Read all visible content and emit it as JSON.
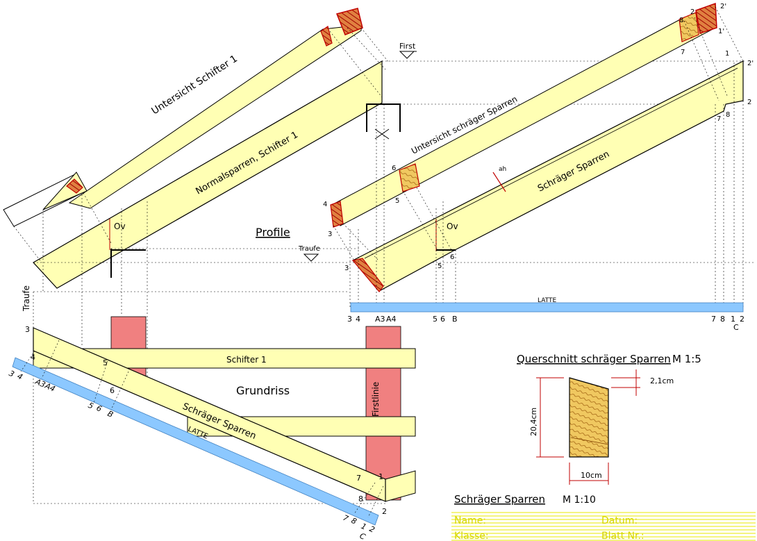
{
  "labels": {
    "untersicht_schifter": "Untersicht Schifter 1",
    "normalsparren": "Normalsparren, Schifter 1",
    "untersicht_schraeg": "Untersicht schräger Sparren",
    "schraeger_sparren": "Schräger Sparren",
    "first": "First",
    "traufe": "Traufe",
    "traufe_vertical": "Traufe",
    "profile": "Profile",
    "grundriss": "Grundriss",
    "schifter_1": "Schifter 1",
    "schraeger_sparren_plan": "Schräger Sparren",
    "latte": "LATTE",
    "latte_plan": "LATTE",
    "firstlinie": "Firstlinie",
    "ov": "Ov",
    "ah": "ah"
  },
  "points_upper_bottom": [
    "3",
    "4",
    "A3",
    "A4",
    "5",
    "6",
    "B",
    "7",
    "8",
    "1",
    "2",
    "C"
  ],
  "points_plan_left": [
    "3",
    "4",
    "A3",
    "A4"
  ],
  "points_plan_bottom": [
    "5",
    "6",
    "B"
  ],
  "points_plan_end": [
    "7",
    "8",
    "1",
    "2",
    "C"
  ],
  "points_misc": {
    "p8": "8",
    "p2": "2",
    "p2p": "2'",
    "p1p": "1'",
    "p7": "7",
    "p8b": "8",
    "p1b": "1",
    "p2b": "2'",
    "p2c": "2",
    "p4": "4",
    "p3": "3",
    "p6": "6",
    "p5": "5",
    "p3b": "3",
    "p5b": "5",
    "p6b": "6",
    "p7b": "7",
    "p8c": "8",
    "p1c": "1",
    "p2d": "2",
    "g3": "3",
    "g4": "4",
    "g5": "5",
    "g6": "6",
    "g1": "1",
    "g2": "2",
    "g7": "7",
    "g8": "8"
  },
  "cross_section": {
    "title": "Querschnitt schräger Sparren",
    "scale": "M 1:5",
    "height": "20,4cm",
    "width": "10cm",
    "offset": "2,1cm"
  },
  "title_block": {
    "title": "Schräger Sparren",
    "scale": "M 1:10",
    "name_label": "Name:",
    "datum_label": "Datum:",
    "klasse_label": "Klasse:",
    "blatt_label": "Blatt Nr.:"
  },
  "colors": {
    "timber": "#ffffb4",
    "section_fill": "#f0c860",
    "cut_fill": "#e08040",
    "latte": "#8cc8ff",
    "pink": "#f08080",
    "red": "#e00000",
    "title_lines": "#e8e800"
  }
}
